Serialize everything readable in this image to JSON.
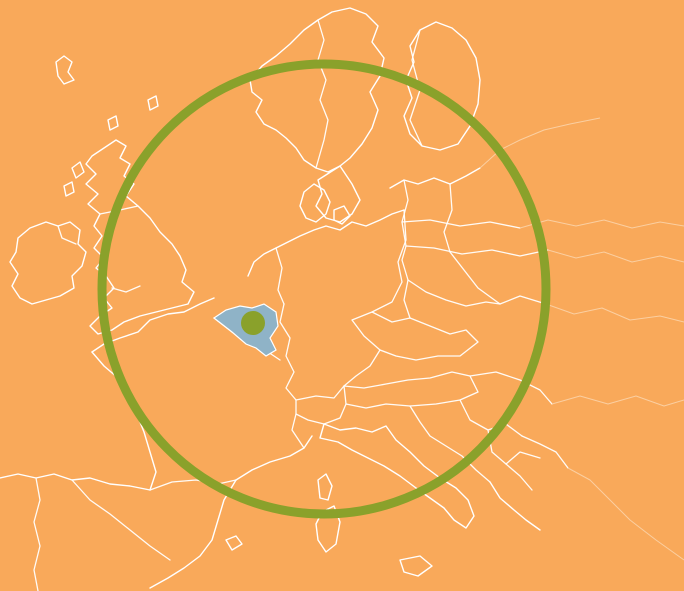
{
  "map": {
    "type": "locator-map",
    "region": "Europe",
    "highlighted_country": "Belgium",
    "background_color": "#f9a95a",
    "border_color": "#ffffff",
    "highlight_color": "#8fb3c7",
    "marker_color": "#8aa12b",
    "radius_ring_color": "#8aa12b"
  }
}
